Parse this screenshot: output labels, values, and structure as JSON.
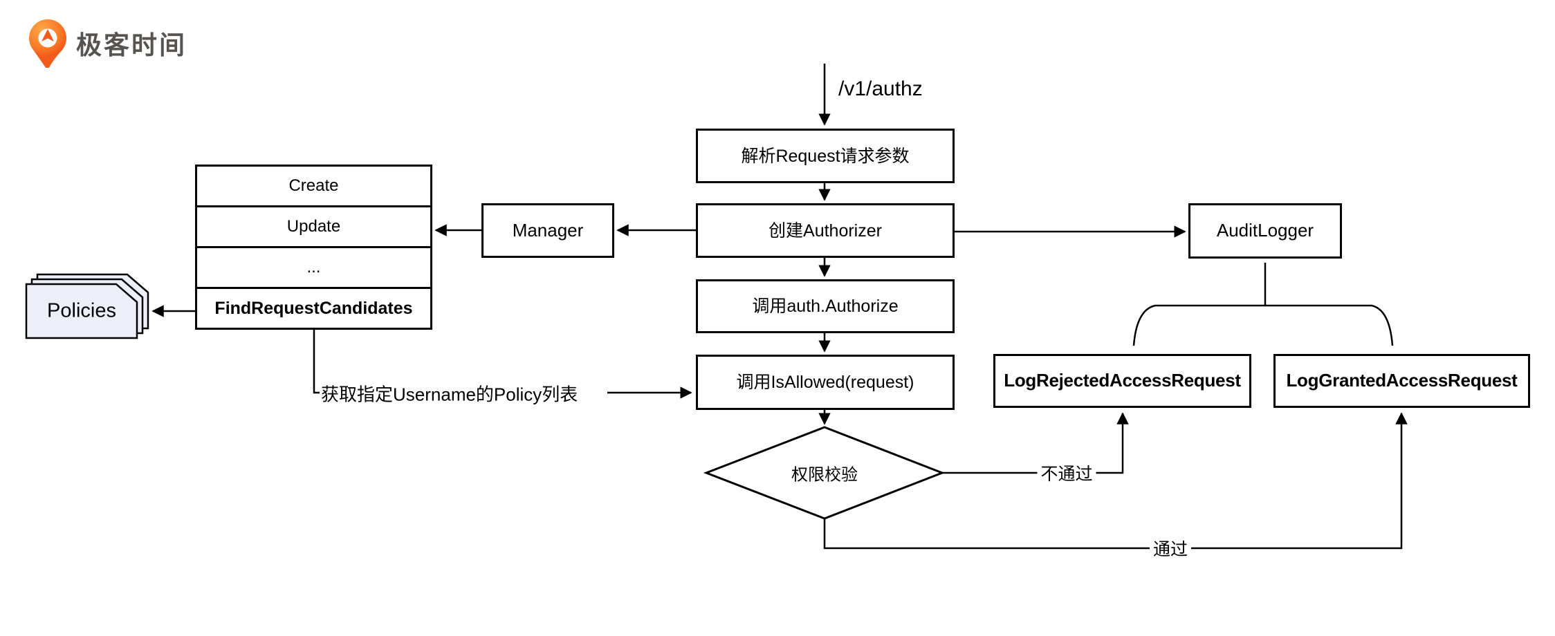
{
  "logo": {
    "brand_text": "极客时间"
  },
  "entry": {
    "api_path": "/v1/authz"
  },
  "flow": {
    "parse_request": "解析Request请求参数",
    "create_authorizer": "创建Authorizer",
    "call_authorize": "调用auth.Authorize",
    "call_isallowed": "调用IsAllowed(request)",
    "decision": "权限校验"
  },
  "manager": {
    "label": "Manager",
    "methods": [
      "Create",
      "Update",
      "...",
      "FindRequestCandidates"
    ]
  },
  "policies": {
    "label": "Policies"
  },
  "notes": {
    "get_policy_list": "获取指定Username的Policy列表"
  },
  "audit": {
    "logger": "AuditLogger",
    "rejected": "LogRejectedAccessRequest",
    "granted": "LogGrantedAccessRequest"
  },
  "edges": {
    "fail": "不通过",
    "pass": "通过"
  },
  "colors": {
    "line": "#000000",
    "policies_fill": "#eceff8",
    "brand_orange": "#f25b1d",
    "brand_text_color": "#575350"
  }
}
